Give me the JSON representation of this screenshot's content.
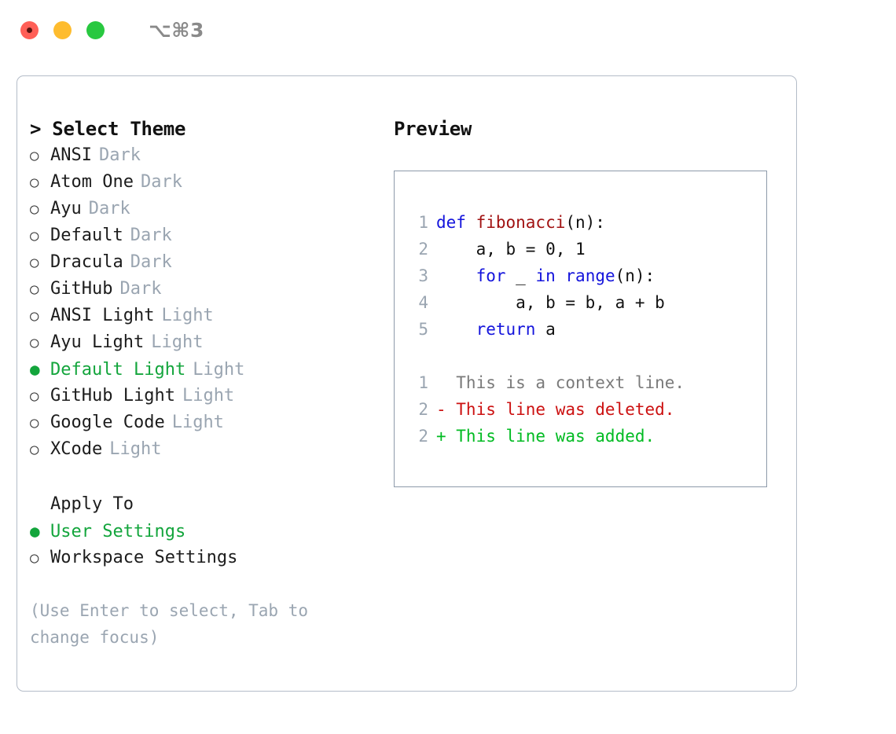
{
  "window": {
    "shortcut": "⌥⌘3",
    "traffic_lights": [
      "close-red",
      "minimize-yellow",
      "maximize-green"
    ],
    "colors": {
      "red": "#ff5f57",
      "yellow": "#febc2e",
      "green": "#28c840",
      "accent_green": "#13a53c",
      "muted": "#9aa5b1",
      "border": "#b4bcc8",
      "preview_border": "#8d9aaa",
      "keyword_blue": "#1414dc",
      "function_red": "#a11212",
      "diff_deleted": "#cc1111",
      "diff_added": "#00bb22"
    }
  },
  "theme_picker": {
    "title": "> Select Theme",
    "items": [
      {
        "bullet": "○",
        "label": "ANSI",
        "tag": "Dark",
        "selected": false
      },
      {
        "bullet": "○",
        "label": "Atom One",
        "tag": "Dark",
        "selected": false
      },
      {
        "bullet": "○",
        "label": "Ayu",
        "tag": "Dark",
        "selected": false
      },
      {
        "bullet": "○",
        "label": "Default",
        "tag": "Dark",
        "selected": false
      },
      {
        "bullet": "○",
        "label": "Dracula",
        "tag": "Dark",
        "selected": false
      },
      {
        "bullet": "○",
        "label": "GitHub",
        "tag": "Dark",
        "selected": false
      },
      {
        "bullet": "○",
        "label": "ANSI Light",
        "tag": "Light",
        "selected": false
      },
      {
        "bullet": "○",
        "label": "Ayu Light",
        "tag": "Light",
        "selected": false
      },
      {
        "bullet": "●",
        "label": "Default Light",
        "tag": "Light",
        "selected": true
      },
      {
        "bullet": "○",
        "label": "GitHub Light",
        "tag": "Light",
        "selected": false
      },
      {
        "bullet": "○",
        "label": "Google Code",
        "tag": "Light",
        "selected": false
      },
      {
        "bullet": "○",
        "label": "XCode",
        "tag": "Light",
        "selected": false
      }
    ]
  },
  "apply_to": {
    "title": "Apply To",
    "items": [
      {
        "bullet": "●",
        "label": "User Settings",
        "selected": true
      },
      {
        "bullet": "○",
        "label": "Workspace Settings",
        "selected": false
      }
    ]
  },
  "hint": "(Use Enter to select, Tab to change focus)",
  "preview": {
    "title": "Preview",
    "code_lines": [
      {
        "num": "1",
        "tokens": [
          {
            "t": "def ",
            "c": "kw"
          },
          {
            "t": "fibonacci",
            "c": "fn"
          },
          {
            "t": "(n):",
            "c": "plain"
          }
        ]
      },
      {
        "num": "2",
        "tokens": [
          {
            "t": "    a, b = 0, 1",
            "c": "plain"
          }
        ]
      },
      {
        "num": "3",
        "tokens": [
          {
            "t": "    ",
            "c": "plain"
          },
          {
            "t": "for",
            "c": "kw"
          },
          {
            "t": " _ ",
            "c": "plain"
          },
          {
            "t": "in",
            "c": "kw"
          },
          {
            "t": " ",
            "c": "plain"
          },
          {
            "t": "range",
            "c": "kw"
          },
          {
            "t": "(n):",
            "c": "plain"
          }
        ]
      },
      {
        "num": "4",
        "tokens": [
          {
            "t": "        a, b = b, a + b",
            "c": "plain"
          }
        ]
      },
      {
        "num": "5",
        "tokens": [
          {
            "t": "    ",
            "c": "plain"
          },
          {
            "t": "return",
            "c": "kw"
          },
          {
            "t": " a",
            "c": "plain"
          }
        ]
      }
    ],
    "diff_lines": [
      {
        "num": "1",
        "text": "  This is a context line.",
        "c": "ctx"
      },
      {
        "num": "2",
        "text": "- This line was deleted.",
        "c": "del"
      },
      {
        "num": "2",
        "text": "+ This line was added.",
        "c": "add"
      }
    ]
  }
}
